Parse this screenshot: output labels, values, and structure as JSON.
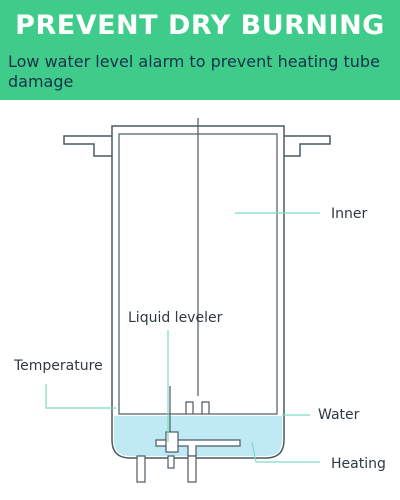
{
  "header": {
    "title": "PREVENT DRY BURNING",
    "subtitle": "Low water level alarm to prevent heating tube damage"
  },
  "labels": {
    "inner": "Inner",
    "liquid_leveler": "Liquid leveler",
    "temperature": "Temperature",
    "water": "Water",
    "heating": "Heating"
  },
  "colors": {
    "banner": "#3fcc8b",
    "water": "#bfe9f3",
    "leader_line": "#7ed9c4",
    "outline": "#4a5a63"
  }
}
